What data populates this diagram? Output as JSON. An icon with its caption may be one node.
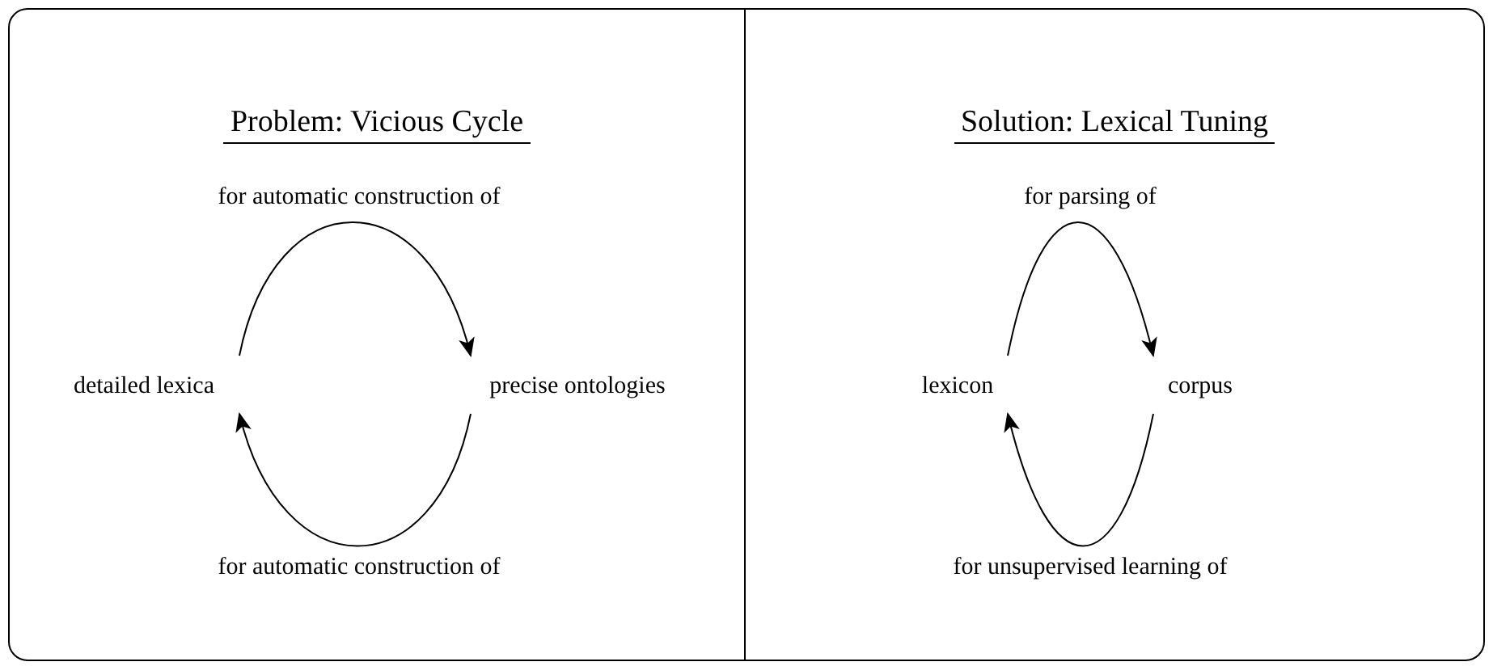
{
  "diagram": {
    "nodes": [
      {
        "text": [
          "Problem: Vicious Cycle"
        ]
      },
      {
        "text": [
          "detailed lexica"
        ],
        "in": 0
      },
      {
        "text": [
          "precise ontologies"
        ],
        "in": 0
      },
      {
        "text": [
          "Solution: Lexical Tuning"
        ]
      },
      {
        "text": [
          "lexicon"
        ],
        "in": 3
      },
      {
        "text": [
          "corpus"
        ],
        "in": 3
      }
    ],
    "edges": [
      {
        "from": 1,
        "to": 2,
        "arrow": "to",
        "label": "for automatic construction of"
      },
      {
        "from": 2,
        "to": 1,
        "arrow": "to",
        "label": "for automatic construction of"
      },
      {
        "from": 4,
        "to": 5,
        "arrow": "to",
        "label": "for parsing of"
      },
      {
        "from": 5,
        "to": 4,
        "arrow": "to",
        "label": "for unsupervised learning of"
      }
    ]
  }
}
